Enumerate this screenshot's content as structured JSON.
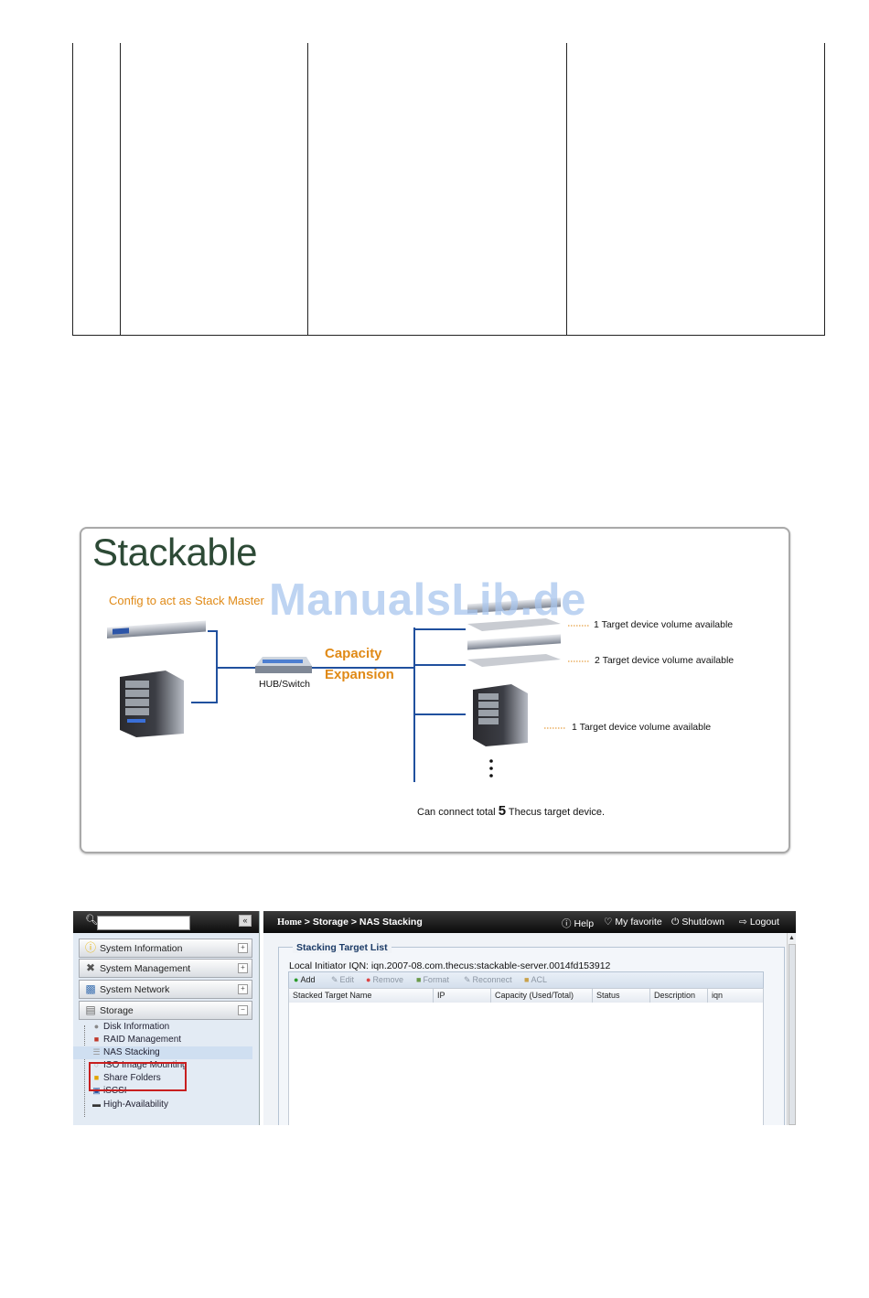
{
  "diagram": {
    "title": "Stackable",
    "watermark": "ManualsLib.de",
    "master_label": "Config to act as Stack Master",
    "hub_label": "HUB/Switch",
    "capacity_line1": "Capacity",
    "capacity_line2": "Expansion",
    "target1": "1 Target device volume available",
    "target2": "2 Target device volume available",
    "target3": "1 Target device volume available",
    "total_pre": "Can connect total",
    "total_num": "5",
    "total_post": "Thecus target device."
  },
  "ui": {
    "sidebar": {
      "collapse": "«",
      "sections": [
        {
          "label": "System Information",
          "icon": "info-icon"
        },
        {
          "label": "System Management",
          "icon": "tools-icon"
        },
        {
          "label": "System Network",
          "icon": "network-icon"
        },
        {
          "label": "Storage",
          "icon": "storage-icon"
        }
      ],
      "storage_items": [
        {
          "label": "Disk Information",
          "icon": "disk-icon"
        },
        {
          "label": "RAID Management",
          "icon": "raid-icon"
        },
        {
          "label": "NAS Stacking",
          "icon": "stack-icon"
        },
        {
          "label": "ISO Image Mounting",
          "icon": "iso-icon"
        },
        {
          "label": "Share Folders",
          "icon": "folder-icon"
        },
        {
          "label": "iSCSI",
          "icon": "iscsi-icon"
        },
        {
          "label": "High-Availability",
          "icon": "ha-icon"
        }
      ]
    },
    "breadcrumb": {
      "home": "Home",
      "sep": ">",
      "level1": "Storage",
      "level2": "NAS Stacking"
    },
    "topnav": {
      "help": "Help",
      "favorite": "My favorite",
      "shutdown": "Shutdown",
      "logout": "Logout"
    },
    "panel": {
      "title": "Stacking Target List",
      "iqn": "Local Initiator IQN: iqn.2007-08.com.thecus:stackable-server.0014fd153912",
      "toolbar": [
        "Add",
        "Edit",
        "Remove",
        "Format",
        "Reconnect",
        "ACL"
      ],
      "columns": [
        "Stacked Target Name",
        "IP",
        "Capacity (Used/Total)",
        "Status",
        "Description",
        "iqn"
      ]
    }
  }
}
